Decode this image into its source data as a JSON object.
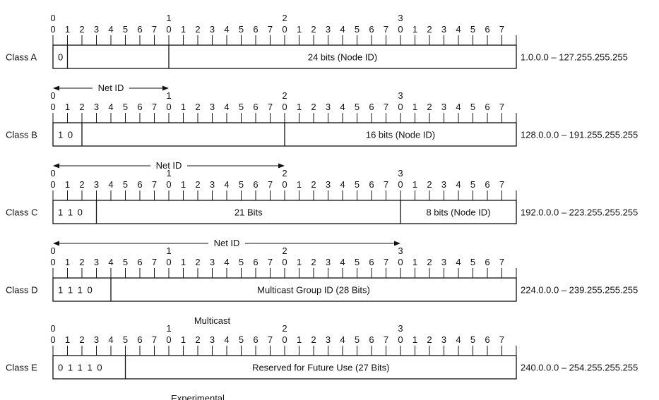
{
  "bit_numbers": [
    "0",
    "1",
    "2",
    "3",
    "4",
    "5",
    "6",
    "7"
  ],
  "byte_labels": [
    "0",
    "1",
    "2",
    "3"
  ],
  "classes": [
    {
      "label": "Class A",
      "cells": [
        {
          "bits": [
            0,
            1
          ],
          "text": "0",
          "prefix": true
        },
        {
          "bits": [
            1,
            8
          ],
          "text": ""
        },
        {
          "bits": [
            8,
            32
          ],
          "text": "24 bits (Node ID)"
        }
      ],
      "range": "1.0.0.0 – 127.255.255.255",
      "below": {
        "type": "arrow",
        "bits": [
          0,
          8
        ],
        "text": "Net ID"
      }
    },
    {
      "label": "Class B",
      "cells": [
        {
          "bits": [
            0,
            2
          ],
          "text": "1 0",
          "prefix": true
        },
        {
          "bits": [
            2,
            16
          ],
          "text": ""
        },
        {
          "bits": [
            16,
            32
          ],
          "text": "16 bits (Node ID)"
        }
      ],
      "range": "128.0.0.0 – 191.255.255.255",
      "below": {
        "type": "arrow",
        "bits": [
          0,
          16
        ],
        "text": "Net ID"
      }
    },
    {
      "label": "Class C",
      "cells": [
        {
          "bits": [
            0,
            3
          ],
          "text": "1 1 0",
          "prefix": true
        },
        {
          "bits": [
            3,
            24
          ],
          "text": "21 Bits"
        },
        {
          "bits": [
            24,
            32
          ],
          "text": "8 bits (Node ID)"
        }
      ],
      "range": "192.0.0.0 – 223.255.255.255",
      "below": {
        "type": "arrow",
        "bits": [
          0,
          24
        ],
        "text": "Net ID"
      }
    },
    {
      "label": "Class D",
      "cells": [
        {
          "bits": [
            0,
            4
          ],
          "text": "1 1 1 0",
          "prefix": true
        },
        {
          "bits": [
            4,
            32
          ],
          "text": "Multicast Group ID (28 Bits)"
        }
      ],
      "range": "224.0.0.0 – 239.255.255.255",
      "below": {
        "type": "text",
        "text": "Multicast"
      }
    },
    {
      "label": "Class E",
      "cells": [
        {
          "bits": [
            0,
            5
          ],
          "text": "0 1 1 1 0",
          "prefix": true
        },
        {
          "bits": [
            5,
            32
          ],
          "text": "Reserved for Future Use (27 Bits)"
        }
      ],
      "range": "240.0.0.0 – 254.255.255.255",
      "below": {
        "type": "text",
        "text": "Experimental"
      }
    }
  ]
}
